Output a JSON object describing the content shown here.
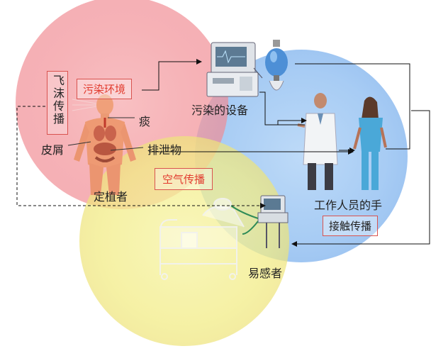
{
  "zones": {
    "contaminated_environment": "污染环境",
    "airborne": "空气传播",
    "contact": "接触传播",
    "droplet": "飞沫传播"
  },
  "nodes": {
    "colonized_person": "定植者",
    "sputum": "痰",
    "skin_flakes": "皮屑",
    "excreta": "排泄物",
    "contaminated_equipment": "污染的设备",
    "staff_hands": "工作人员的手",
    "susceptible": "易感者"
  },
  "colors": {
    "red_zone": "#f4a3a8",
    "blue_zone": "#9cc7f4",
    "yellow_zone": "#f3ef8a",
    "label_border": "#d9534f",
    "label_red_text": "#e23b2e"
  },
  "icons": [
    "human-organs-icon",
    "medical-monitor-icon",
    "resuscitator-bag-icon",
    "doctor-icon",
    "nurse-icon",
    "hospital-bed-icon",
    "patient-monitor-icon"
  ]
}
